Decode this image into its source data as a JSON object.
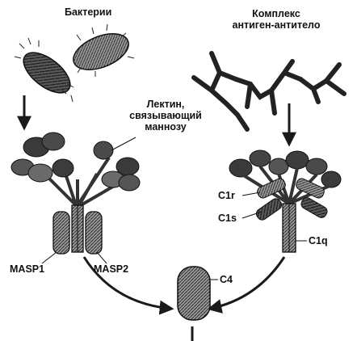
{
  "labels": {
    "bacteria": "Бактерии",
    "complex_line1": "Комплекс",
    "complex_line2": "антиген-антитело",
    "lectin_line1": "Лектин,",
    "lectin_line2": "связывающий",
    "lectin_line3": "маннозу",
    "c1r": "C1r",
    "c1s": "C1s",
    "c1q": "C1q",
    "masp1": "MASP1",
    "masp2": "MASP2",
    "c4": "C4"
  },
  "colors": {
    "ink": "#1a1a1a",
    "dark_fill": "#3a3a3a",
    "mid_fill": "#6e6e6e",
    "light_fill": "#b5b5b5"
  }
}
